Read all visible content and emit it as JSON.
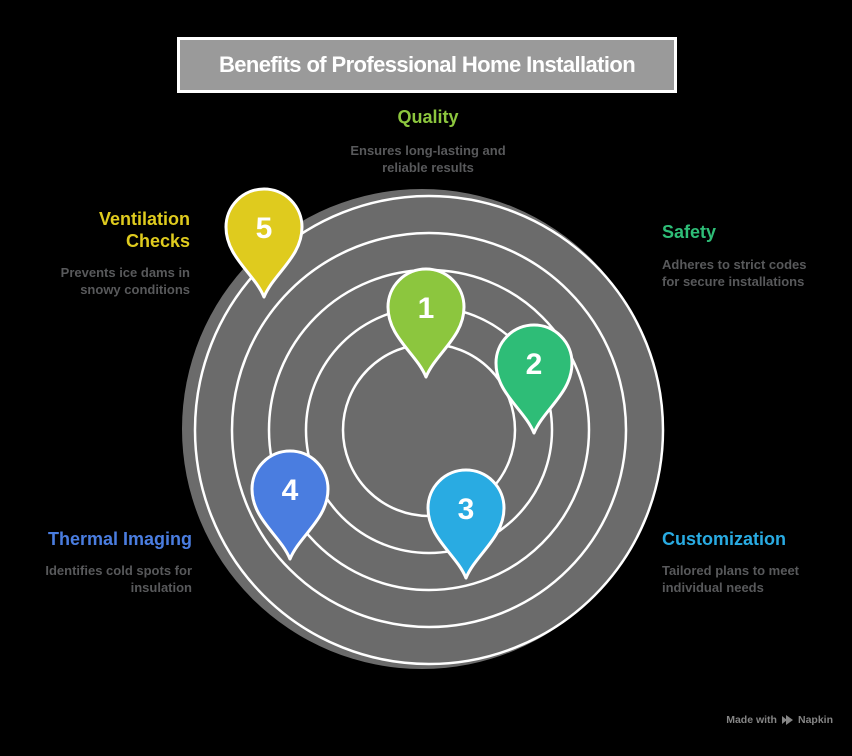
{
  "title": "Benefits of Professional Home Installation",
  "colors": {
    "background": "#000000",
    "disk": "#6b6b6b",
    "ring": "#ffffff",
    "title_box_bg": "#9a9a9a",
    "title_box_border": "#ffffff",
    "title_text": "#ffffff",
    "description_text": "#58595b",
    "footer_text": "#858585"
  },
  "items": [
    {
      "number": "1",
      "label": "Quality",
      "description": "Ensures long-lasting and\nreliable results",
      "color": "#8CC63E"
    },
    {
      "number": "2",
      "label": "Safety",
      "description": "Adheres to strict codes\nfor secure installations",
      "color": "#2EBD77"
    },
    {
      "number": "3",
      "label": "Customization",
      "description": "Tailored plans to meet\nindividual needs",
      "color": "#29ABE2"
    },
    {
      "number": "4",
      "label": "Thermal Imaging",
      "description": "Identifies cold spots for\ninsulation",
      "color": "#4A7DE0"
    },
    {
      "number": "5",
      "label": "Ventilation\nChecks",
      "description": "Prevents ice dams in\nsnowy conditions",
      "color": "#DFCB1E"
    }
  ],
  "footer": {
    "made_with": "Made with",
    "brand": "Napkin"
  }
}
